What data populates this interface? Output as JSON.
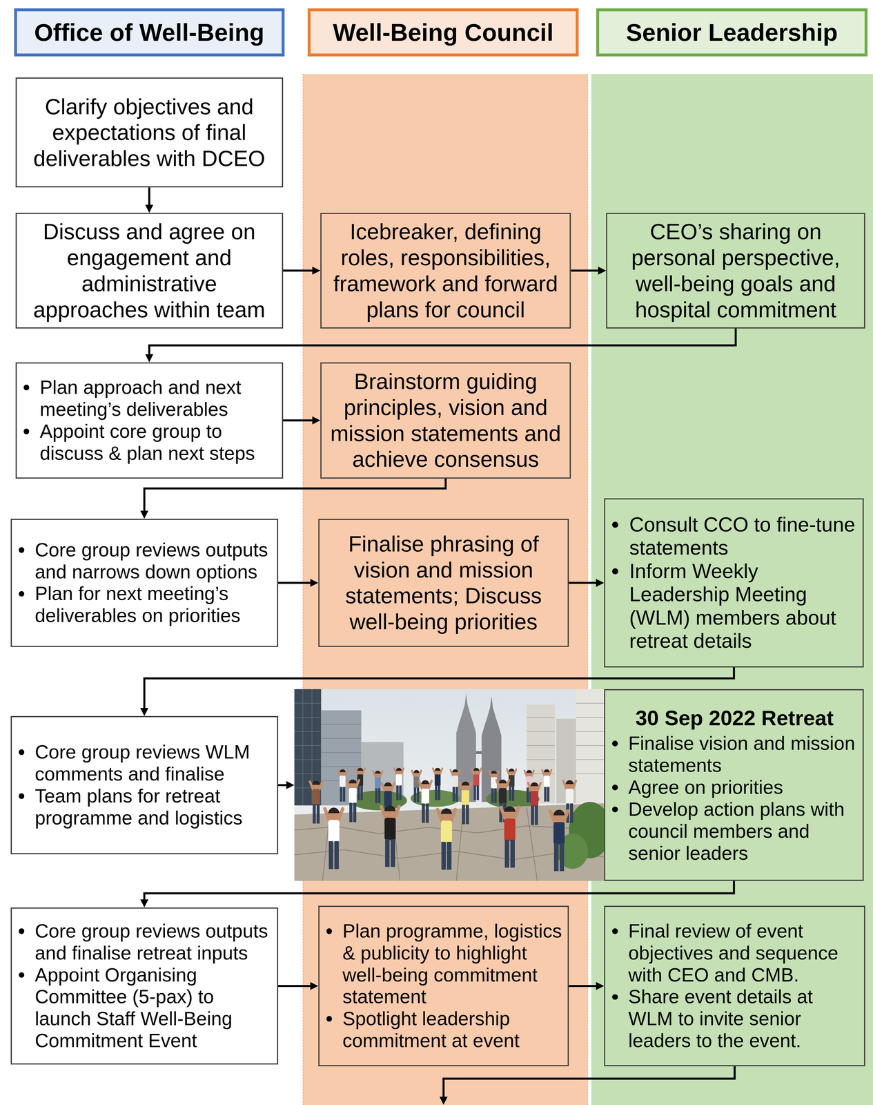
{
  "diagram": {
    "nodes": [
      {
        "text": [
          "Office of Well-Being"
        ]
      },
      {
        "text": [
          "Well-Being Council"
        ]
      },
      {
        "text": [
          "Senior Leadership"
        ]
      },
      {
        "text": [
          "Clarify objectives and expectations of final deliverables with DCEO"
        ]
      },
      {
        "text": [
          "Discuss and agree on engagement and administrative approaches within team"
        ]
      },
      {
        "text": [
          "Icebreaker, defining roles, responsibilities, framework and forward plans for council"
        ]
      },
      {
        "text": [
          "CEO’s sharing on personal perspective, well-being goals and hospital commitment"
        ]
      },
      {
        "text": [
          "Plan approach and next meeting’s deliverables",
          "Appoint core group to discuss & plan next steps"
        ]
      },
      {
        "text": [
          "Brainstorm guiding principles, vision and mission statements and achieve consensus"
        ]
      },
      {
        "text": [
          "Core group reviews outputs and narrows down options",
          "Plan for next meeting’s deliverables on priorities"
        ]
      },
      {
        "text": [
          "Finalise phrasing of vision and mission statements; Discuss well-being priorities"
        ]
      },
      {
        "text": [
          "Consult CCO to fine-tune statements",
          "Inform Weekly Leadership Meeting (WLM) members about retreat details"
        ]
      },
      {
        "text": [
          "Core group reviews WLM comments and finalise",
          "Team plans for retreat programme and logistics"
        ]
      },
      {
        "text": [
          "30 Sep 2022 Retreat",
          "Finalise vision and mission statements",
          "Agree on priorities",
          "Develop action plans with council members and senior leaders"
        ]
      },
      {
        "text": [
          "Core group reviews outputs and finalise retreat inputs",
          "Appoint Organising Committee (5-pax) to launch Staff Well-Being Commitment Event"
        ]
      },
      {
        "text": [
          "Plan programme, logistics & publicity to highlight well-being commitment statement",
          "Spotlight leadership commitment at event"
        ]
      },
      {
        "text": [
          "Final review of event objectives and sequence with CEO and CMB.",
          "Share event details at WLM to invite senior leaders to the event."
        ]
      }
    ],
    "edges": [
      {
        "from": 3,
        "to": 4,
        "arrow": "to"
      },
      {
        "from": 4,
        "to": 5,
        "arrow": "to"
      },
      {
        "from": 5,
        "to": 6,
        "arrow": "to"
      },
      {
        "from": 6,
        "to": 7,
        "arrow": "to"
      },
      {
        "from": 7,
        "to": 8,
        "arrow": "to"
      },
      {
        "from": 8,
        "to": 9,
        "arrow": "to"
      },
      {
        "from": 9,
        "to": 10,
        "arrow": "to"
      },
      {
        "from": 10,
        "to": 11,
        "arrow": "to"
      },
      {
        "from": 11,
        "to": 12,
        "arrow": "to"
      },
      {
        "from": 13,
        "to": 14,
        "arrow": "to"
      },
      {
        "from": 14,
        "to": 15,
        "arrow": "to"
      },
      {
        "from": 15,
        "to": 16,
        "arrow": "to"
      }
    ]
  }
}
